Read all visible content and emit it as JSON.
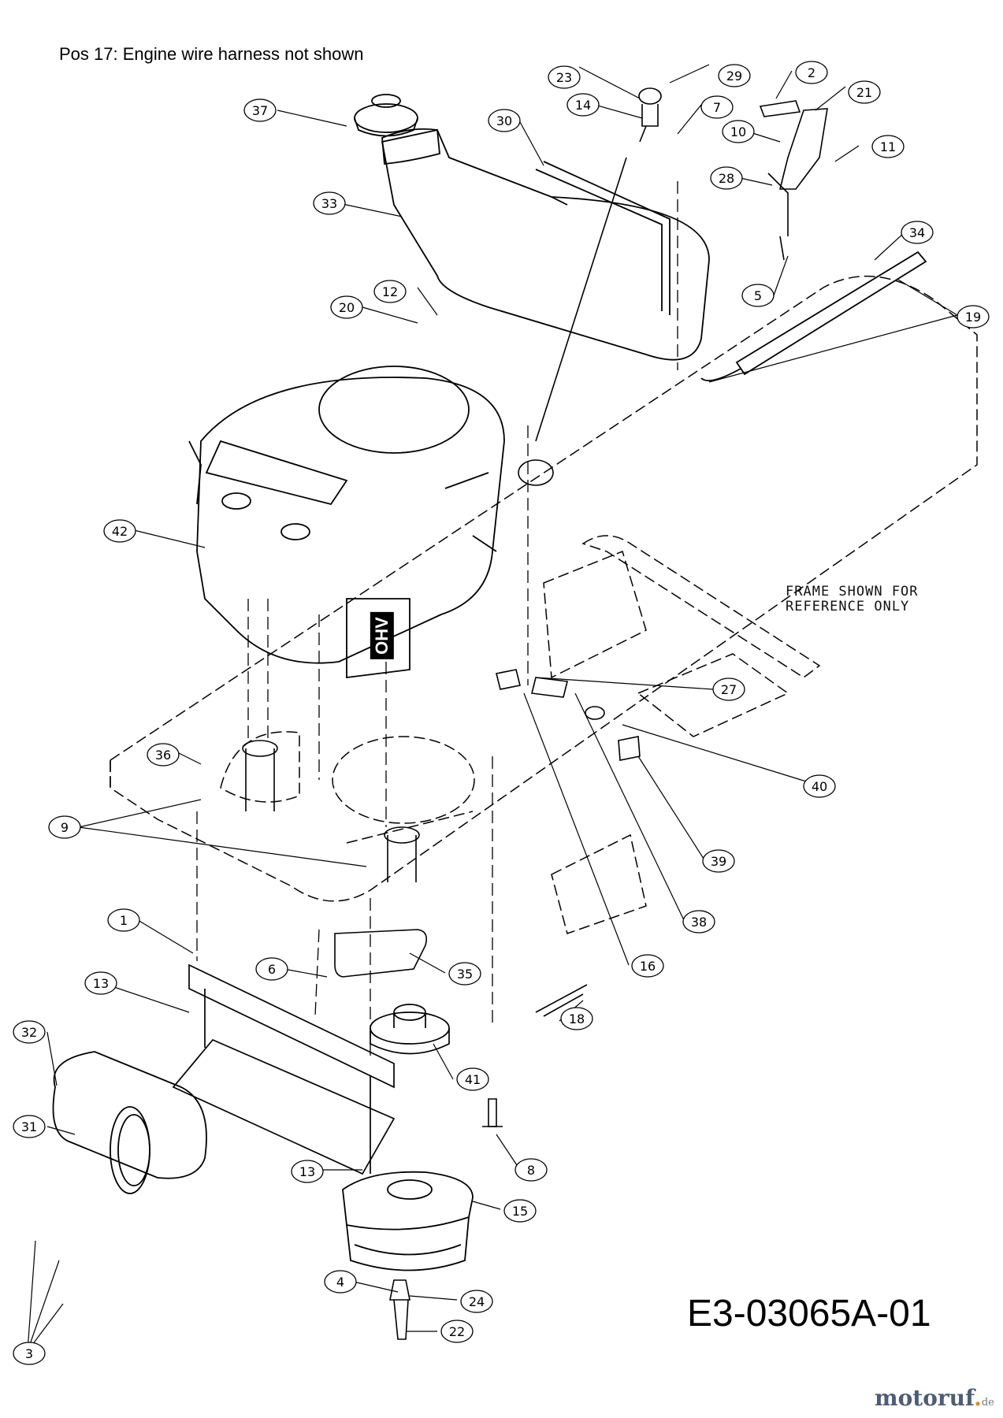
{
  "note": "Pos 17: Engine wire harness not shown",
  "frame_label": [
    "FRAME SHOWN FOR",
    "REFERENCE ONLY"
  ],
  "engine_label": "OHV",
  "document_number": "E3-03065A-01",
  "watermark": {
    "brand": "motoruf",
    "tld": "de",
    "colors": {
      "text": "#4d5c7a",
      "accent": "#e88a1d"
    }
  },
  "callouts": [
    {
      "id": "37",
      "label": "37"
    },
    {
      "id": "23",
      "label": "23"
    },
    {
      "id": "29",
      "label": "29"
    },
    {
      "id": "2",
      "label": "2"
    },
    {
      "id": "14",
      "label": "14"
    },
    {
      "id": "7",
      "label": "7"
    },
    {
      "id": "21",
      "label": "21"
    },
    {
      "id": "30",
      "label": "30"
    },
    {
      "id": "10",
      "label": "10"
    },
    {
      "id": "11",
      "label": "11"
    },
    {
      "id": "28",
      "label": "28"
    },
    {
      "id": "33",
      "label": "33"
    },
    {
      "id": "34",
      "label": "34"
    },
    {
      "id": "12",
      "label": "12"
    },
    {
      "id": "20",
      "label": "20"
    },
    {
      "id": "5",
      "label": "5"
    },
    {
      "id": "19",
      "label": "19"
    },
    {
      "id": "42",
      "label": "42"
    },
    {
      "id": "27",
      "label": "27"
    },
    {
      "id": "36",
      "label": "36"
    },
    {
      "id": "40",
      "label": "40"
    },
    {
      "id": "9",
      "label": "9"
    },
    {
      "id": "39",
      "label": "39"
    },
    {
      "id": "38",
      "label": "38"
    },
    {
      "id": "1",
      "label": "1"
    },
    {
      "id": "16",
      "label": "16"
    },
    {
      "id": "6",
      "label": "6"
    },
    {
      "id": "35",
      "label": "35"
    },
    {
      "id": "13a",
      "label": "13"
    },
    {
      "id": "18",
      "label": "18"
    },
    {
      "id": "32",
      "label": "32"
    },
    {
      "id": "41",
      "label": "41"
    },
    {
      "id": "31",
      "label": "31"
    },
    {
      "id": "8",
      "label": "8"
    },
    {
      "id": "13b",
      "label": "13"
    },
    {
      "id": "15",
      "label": "15"
    },
    {
      "id": "4",
      "label": "4"
    },
    {
      "id": "24",
      "label": "24"
    },
    {
      "id": "3",
      "label": "3"
    },
    {
      "id": "22",
      "label": "22"
    }
  ]
}
